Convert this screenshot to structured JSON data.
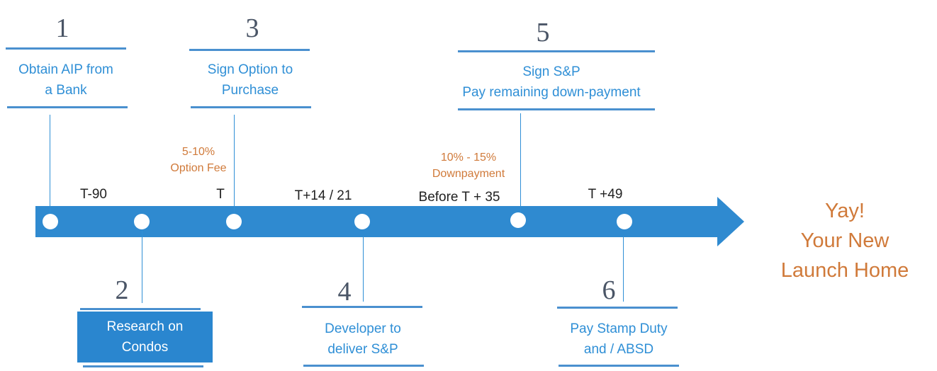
{
  "steps": [
    {
      "number": "1",
      "line1": "Obtain AIP from",
      "line2": "a Bank"
    },
    {
      "number": "2",
      "line1": "Research on",
      "line2": "Condos"
    },
    {
      "number": "3",
      "line1": "Sign Option to",
      "line2": "Purchase"
    },
    {
      "number": "4",
      "line1": "Developer to",
      "line2": "deliver S&P"
    },
    {
      "number": "5",
      "line1": "Sign S&P",
      "line2": "Pay remaining down-payment"
    },
    {
      "number": "6",
      "line1": "Pay Stamp Duty",
      "line2": "and / ABSD"
    }
  ],
  "time_labels": [
    "T-90",
    "T",
    "T+14 / 21",
    "Before T + 35",
    "T +49"
  ],
  "fees": [
    {
      "line1": "5-10%",
      "line2": "Option Fee"
    },
    {
      "line1": "10% - 15%",
      "line2": "Downpayment"
    }
  ],
  "final": {
    "line1": "Yay!",
    "line2": "Your New",
    "line3": "Launch Home"
  },
  "colors": {
    "arrow": "#2f8ad0",
    "text_blue": "#2f8fd6",
    "accent_orange": "#d07a3a",
    "number_gray": "#4a5566"
  }
}
